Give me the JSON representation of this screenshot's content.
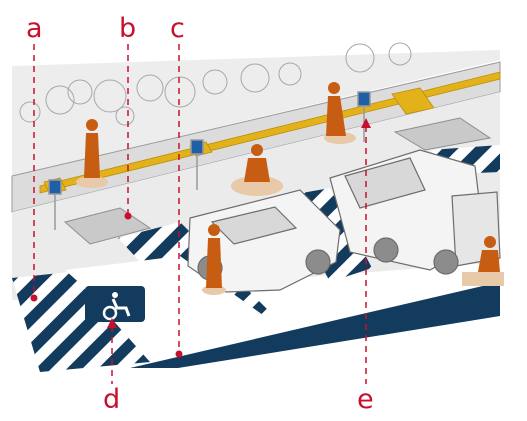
{
  "labels": {
    "a": "a",
    "b": "b",
    "c": "c",
    "d": "d",
    "e": "e"
  },
  "colors": {
    "label_red": "#c8102e",
    "marking_navy": "#123b5e",
    "pavement_grey": "#d9d9d9",
    "tactile_yellow": "#e3b21a",
    "figure_orange": "#c65d13",
    "vehicle_white": "#f4f4f4"
  },
  "icons": [
    "wheelchair-icon",
    "parking-sign-icon",
    "car-icon",
    "van-icon",
    "tree-icon",
    "pedestrian-icon",
    "wheelchair-user-icon"
  ]
}
